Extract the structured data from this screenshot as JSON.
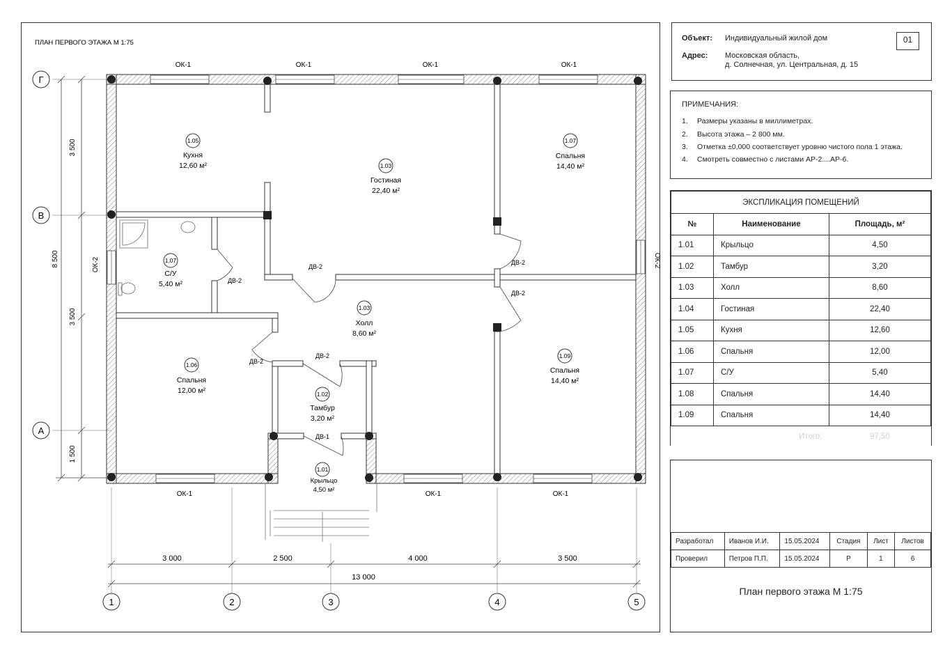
{
  "plan": {
    "title": "ПЛАН ПЕРВОГО ЭТАЖА М 1:75",
    "axes_letters": [
      "Г",
      "В",
      "А"
    ],
    "axes_numbers": [
      "1",
      "2",
      "3",
      "4",
      "5"
    ],
    "dims_bottom": [
      "3 000",
      "2 500",
      "4 000",
      "3 500"
    ],
    "dim_total": "13 000",
    "dims_left": [
      "3 500",
      "3 500",
      "1 500"
    ],
    "dim_left_total": "8 500",
    "windows": {
      "ok1": "ОК-1",
      "ok2": "ОК-2"
    },
    "door": "ДВ-2",
    "door_entry": "ДВ-1",
    "rooms": [
      {
        "num": "1.05",
        "name": "Кухня",
        "area": "12,60 м²"
      },
      {
        "num": "1.03",
        "name": "Гостиная",
        "area": "22,40 м²"
      },
      {
        "num": "1.07",
        "name": "Спальня",
        "area": "14,40 м²"
      },
      {
        "num": "1.07",
        "name": "С/У",
        "area": "5,40 м²"
      },
      {
        "num": "1.03",
        "name": "Холл",
        "area": "8,60 м²"
      },
      {
        "num": "1.06",
        "name": "Спальня",
        "area": "12,00 м²"
      },
      {
        "num": "1.09",
        "name": "Спальня",
        "area": "14,40 м²"
      },
      {
        "num": "1.02",
        "name": "Тамбур",
        "area": "3,20 м²"
      },
      {
        "num": "1.01",
        "name": "Крыльцо",
        "area": "4,50 м²"
      }
    ]
  },
  "object_panel": {
    "object_label": "Объект:",
    "object_value": "Индивидуальный жилой дом",
    "address_label": "Адрес:",
    "address_line1": "Московская область,",
    "address_line2": "д. Солнечная, ул. Центральная, д. 15",
    "sheet": "01"
  },
  "notes": {
    "title": "ПРИМЕЧАНИЯ:",
    "items": [
      {
        "n": "1.",
        "text": "Размеры указаны в миллиметрах."
      },
      {
        "n": "2.",
        "text": "Высота этажа – 2 800 мм."
      },
      {
        "n": "3.",
        "text": "Отметка ±0,000 соответствует уровню чистого пола 1 этажа."
      },
      {
        "n": "4.",
        "text": "Смотреть совместно с листами АР-2....АР-6."
      }
    ]
  },
  "explication": {
    "title": "ЭКСПЛИКАЦИЯ ПОМЕЩЕНИЙ",
    "headers": [
      "№",
      "Наименование",
      "Площадь, м²"
    ],
    "rows": [
      [
        "1.01",
        "Крыльцо",
        "4,50"
      ],
      [
        "1.02",
        "Тамбур",
        "3,20"
      ],
      [
        "1.03",
        "Холл",
        "8,60"
      ],
      [
        "1.04",
        "Гостиная",
        "22,40"
      ],
      [
        "1.05",
        "Кухня",
        "12,60"
      ],
      [
        "1.06",
        "Спальня",
        "12,00"
      ],
      [
        "1.07",
        "С/У",
        "5,40"
      ],
      [
        "1.08",
        "Спальня",
        "14,40"
      ],
      [
        "1.09",
        "Спальня",
        "14,40"
      ]
    ],
    "total_label": "Итого:",
    "total_value": "97,50"
  },
  "stamp": {
    "rows": [
      [
        "Разработал",
        "Иванов И.И.",
        "15.05.2024",
        "Стадия",
        "Лист",
        "Листов"
      ],
      [
        "Проверил",
        "Петров П.П.",
        "15.05.2024",
        "Р",
        "1",
        "6"
      ]
    ],
    "title": "План первого этажа М 1:75"
  }
}
